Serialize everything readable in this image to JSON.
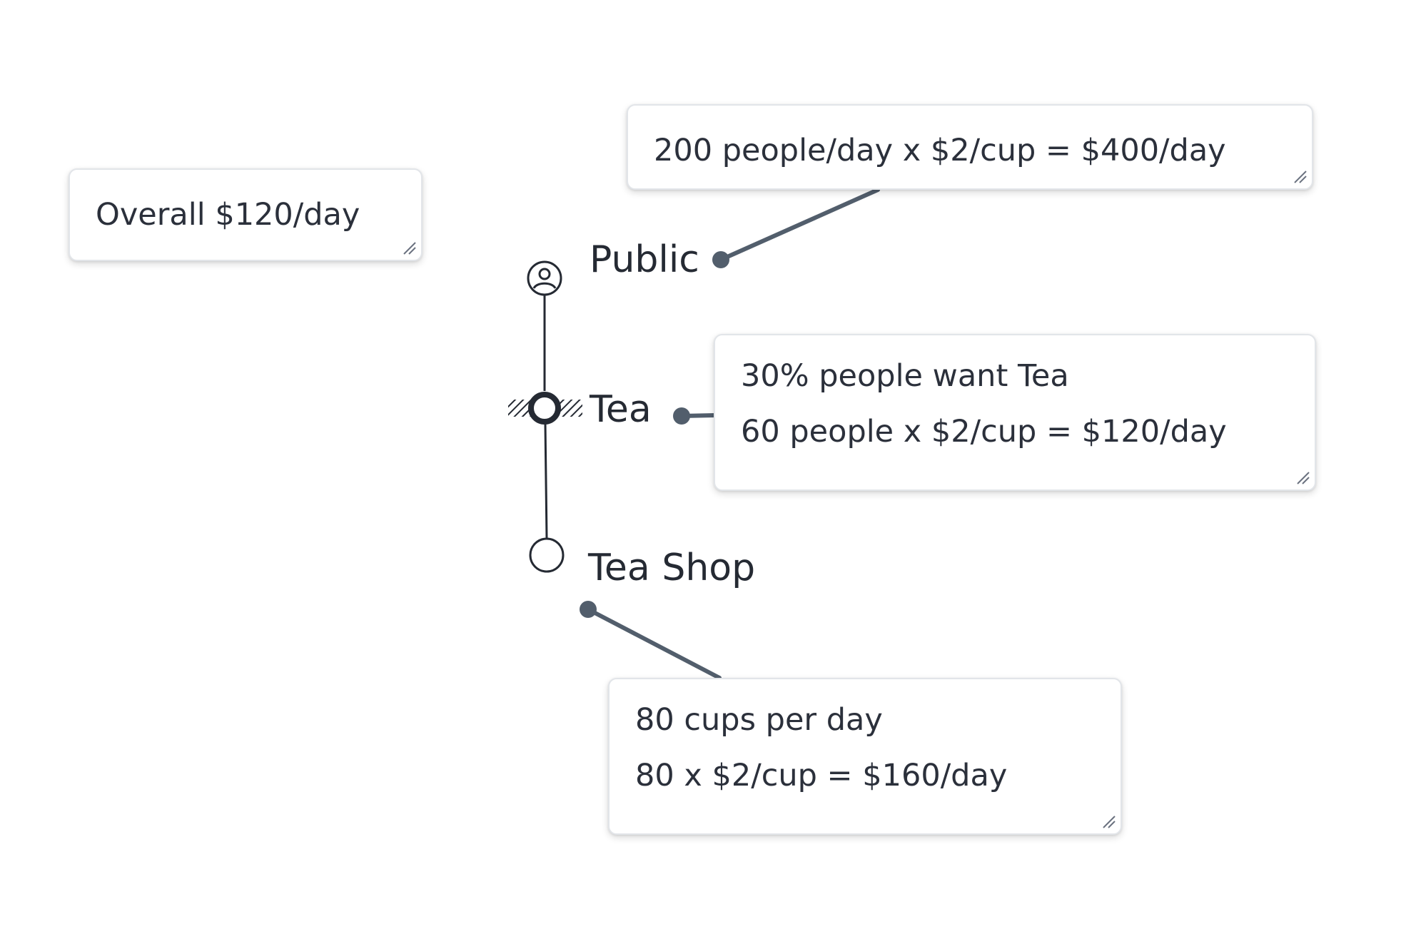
{
  "notes": {
    "overall": {
      "text": "Overall $120/day"
    },
    "public": {
      "text": "200 people/day x $2/cup = $400/day"
    },
    "tea": {
      "line1": "30% people want Tea",
      "line2": "60 people x $2/cup = $120/day"
    },
    "tea_shop": {
      "line1": "80 cups per day",
      "line2": "80 x $2/cup = $160/day"
    }
  },
  "nodes": {
    "public": {
      "label": "Public",
      "icon": "person-circle-icon"
    },
    "tea": {
      "label": "Tea",
      "icon": "selected-node-icon"
    },
    "tea_shop": {
      "label": "Tea Shop",
      "icon": "empty-node-icon"
    }
  },
  "colors": {
    "connector": "#525e6c",
    "tree_line": "#252a33",
    "text": "#2b303b",
    "note_border": "#e2e5e9"
  }
}
